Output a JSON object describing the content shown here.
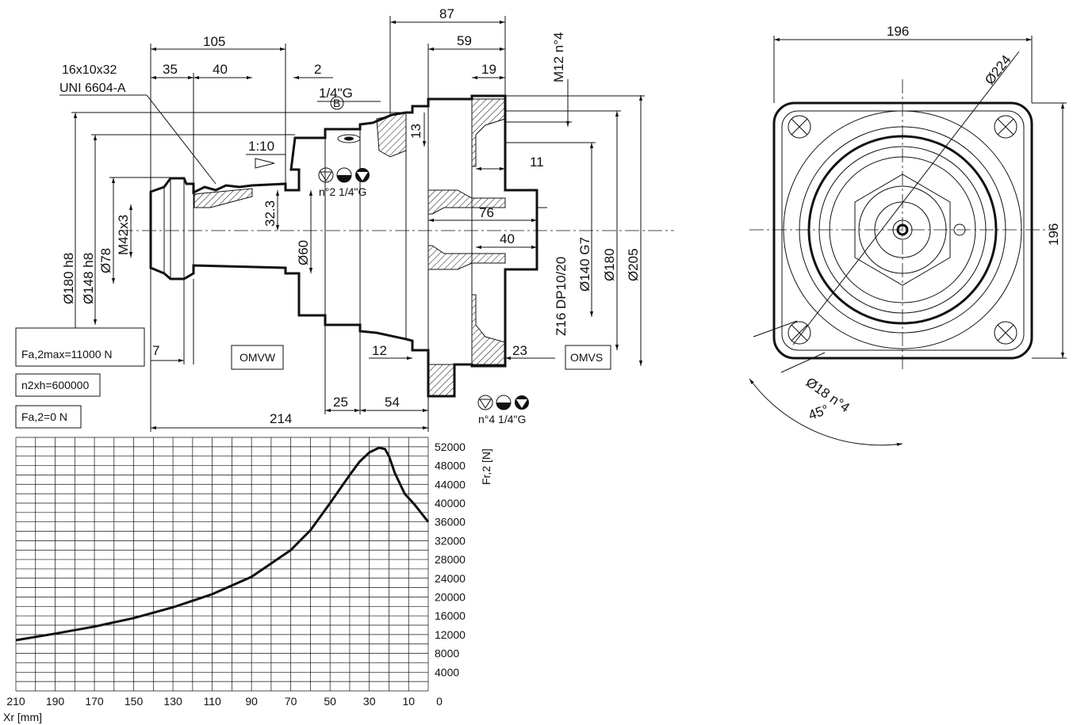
{
  "side_view": {
    "key_spec_line1": "16x10x32",
    "key_spec_line2": "UNI 6604-A",
    "dims": {
      "d105": "105",
      "d35": "35",
      "d40a": "40",
      "d2": "2",
      "d87": "87",
      "d59": "59",
      "d19": "19",
      "m12": "M12 n°4",
      "port_b_size": "1/4\"G",
      "port_b_letter": "B",
      "d13": "13",
      "taper": "1:10",
      "d11": "11",
      "d32_3": "32.3",
      "m42x3": "M42x3",
      "d60": "Ø60",
      "d76": "76",
      "d40b": "40",
      "z16": "Z16 DP10/20",
      "d140": "Ø140 G7",
      "d180": "Ø180",
      "d205": "Ø205",
      "d180h8": "Ø180 h8",
      "d148h8": "Ø148 h8",
      "d78": "Ø78",
      "d7": "7",
      "d12": "12",
      "d23": "23",
      "d25": "25",
      "d54": "54",
      "d214": "214",
      "drain2": "n°2 1/4\"G",
      "drain4": "n°4 1/4\"G"
    },
    "boxes": {
      "fa2max": "Fa,2max=11000 N",
      "n2xh": "n2xh=600000",
      "fa2": "Fa,2=0 N",
      "omvw": "OMVW",
      "omvs": "OMVS"
    }
  },
  "front_view": {
    "d196_top": "196",
    "d196_side": "196",
    "d224": "Ø224",
    "holes": "Ø18 n°4",
    "angle": "45°"
  },
  "chart_data": {
    "type": "line",
    "title": "",
    "xlabel": "Xr [mm]",
    "ylabel": "Fr,2 [N]",
    "x_ticks": [
      210,
      190,
      170,
      150,
      130,
      110,
      90,
      70,
      50,
      30,
      10,
      0
    ],
    "y_ticks": [
      52000,
      48000,
      44000,
      40000,
      36000,
      32000,
      28000,
      24000,
      20000,
      16000,
      12000,
      8000,
      4000
    ],
    "xlim": [
      210,
      0
    ],
    "ylim": [
      0,
      54000
    ],
    "grid": true,
    "series": [
      {
        "x": [
          210,
          190,
          170,
          150,
          130,
          110,
          90,
          70,
          60,
          50,
          40,
          35,
          30,
          25,
          22,
          20,
          17,
          12,
          7,
          0
        ],
        "y": [
          10800,
          12200,
          13700,
          15500,
          17800,
          20600,
          24300,
          30000,
          34200,
          40000,
          46000,
          48800,
          50800,
          51800,
          51500,
          50000,
          46400,
          42000,
          39700,
          36000
        ]
      }
    ]
  }
}
